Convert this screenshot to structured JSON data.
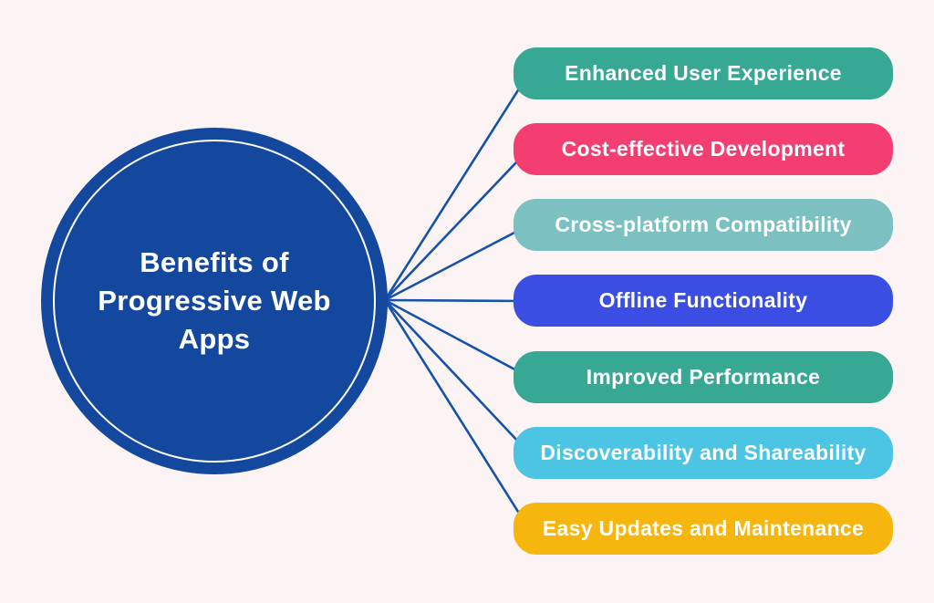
{
  "page": {
    "background": "#FCF4F4"
  },
  "center_node": {
    "title": "Benefits of Progressive Web Apps",
    "fill": "#14489E",
    "ring_color": "#FFFFFF",
    "text_color": "#FFFFFF"
  },
  "connectors": {
    "color": "#1552A9"
  },
  "benefits": [
    {
      "label": "Enhanced User Experience",
      "color": "#36A894",
      "text_color": "#FFFFFF"
    },
    {
      "label": "Cost-effective Development",
      "color": "#F43E72",
      "text_color": "#FFFFFF"
    },
    {
      "label": "Cross-platform Compatibility",
      "color": "#7CC0C1",
      "text_color": "#FFFFFF"
    },
    {
      "label": "Offline Functionality",
      "color": "#3B4EE4",
      "text_color": "#FFFFFF"
    },
    {
      "label": "Improved Performance",
      "color": "#36A894",
      "text_color": "#FFFFFF"
    },
    {
      "label": "Discoverability and Shareability",
      "color": "#4CC4E3",
      "text_color": "#FFFFFF"
    },
    {
      "label": "Easy Updates and Maintenance",
      "color": "#F6B60E",
      "text_color": "#FFFFFF"
    }
  ]
}
